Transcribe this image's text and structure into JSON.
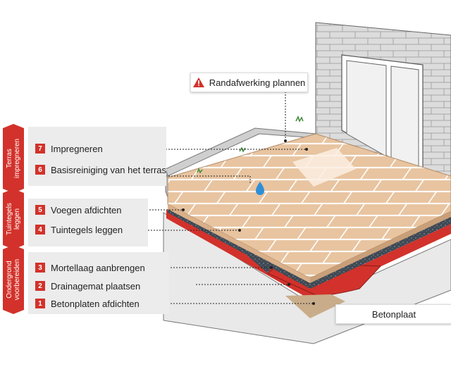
{
  "sections": [
    {
      "id": "terras",
      "label": "Terras\nimpregneren"
    },
    {
      "id": "tuintegels",
      "label": "Tuintegels\nleggen"
    },
    {
      "id": "ondergrond",
      "label": "Ondergrond\nvoorbereiden"
    }
  ],
  "steps": [
    {
      "number": "7",
      "label": "Impregneren"
    },
    {
      "number": "6",
      "label": "Basisreiniging van het terras"
    },
    {
      "number": "5",
      "label": "Voegen afdichten"
    },
    {
      "number": "4",
      "label": "Tuintegels leggen"
    },
    {
      "number": "3",
      "label": "Mortellaag aanbrengen"
    },
    {
      "number": "2",
      "label": "Drainagemat plaatsen"
    },
    {
      "number": "1",
      "label": "Betonplaten afdichten"
    }
  ],
  "callouts": {
    "warning": "Randafwerking plannen",
    "base": "Betonplaat"
  },
  "colors": {
    "accent": "#d2322b",
    "tile": "#e8c4a0",
    "band": "#ececec",
    "wall": "#d9d9d9"
  },
  "icons": {
    "warning": "warning-triangle-icon",
    "water": "water-drop-icon"
  }
}
